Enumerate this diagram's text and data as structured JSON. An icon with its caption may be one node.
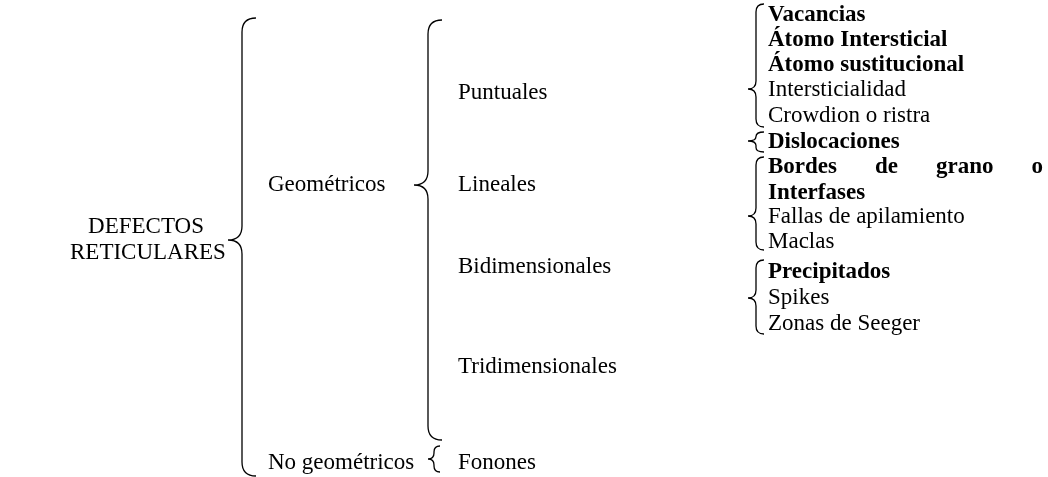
{
  "diagram": {
    "labels": [
      "DEFECTOS RETICULARES",
      "Geométricos",
      "Puntuales",
      "Vacancias",
      "Átomo Intersticial",
      "Átomo sustitucional",
      "Intersticialidad",
      "Crowdion o ristra",
      "Lineales",
      "Dislocaciones",
      "Bidimensionales",
      "Bordes de grano o Interfases",
      "Fallas de apilamiento",
      "Maclas",
      "Tridimensionales",
      "Precipitados",
      "Spikes",
      "Zonas de Seeger",
      "No geométricos",
      "Fonones"
    ]
  }
}
